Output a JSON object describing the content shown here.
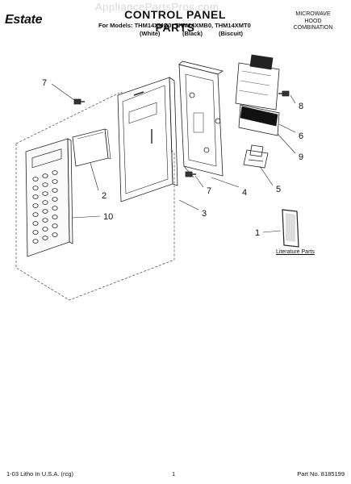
{
  "header": {
    "brand": "Estate",
    "title": "CONTROL PANEL PARTS",
    "watermark": "AppliancePartsPros.com",
    "models_line": "For Models: THM14XMQ0, THM14XMB0, THM14XMT0",
    "variants": [
      "(White)",
      "(Black)",
      "(Biscuit)"
    ],
    "category": [
      "MICROWAVE",
      "HOOD",
      "COMBINATION"
    ]
  },
  "callouts": [
    "7",
    "2",
    "10",
    "3",
    "7",
    "4",
    "5",
    "8",
    "6",
    "9",
    "1"
  ],
  "literature_label": "Literature Parts",
  "footer": {
    "left": "1-03 Litho In U.S.A. (rcg)",
    "page": "1",
    "right": "Part No. 8185199"
  }
}
